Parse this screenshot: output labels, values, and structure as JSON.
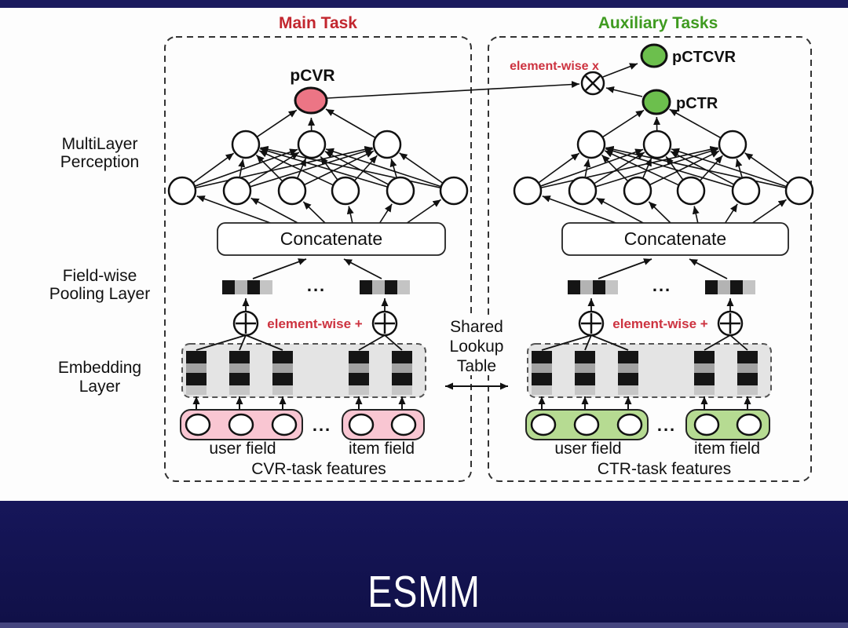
{
  "banner": {
    "title": "ESMM"
  },
  "colors": {
    "main_task_title": "#c2262e",
    "aux_task_title": "#3f9b20",
    "elementwise_red": "#cd3340",
    "pcvr_node": "#ec7585",
    "green_node": "#6cbf4d",
    "user_item_pink": "#f9c6d2",
    "user_item_green": "#b6db92"
  },
  "side_labels": {
    "mlp1": "MultiLayer",
    "mlp2": "Perception",
    "pool1": "Field-wise",
    "pool2": "Pooling Layer",
    "emb1": "Embedding",
    "emb2": "Layer"
  },
  "shared_lookup": {
    "line1": "Shared",
    "line2": "Lookup",
    "line3": "Table"
  },
  "main_task": {
    "title": "Main Task",
    "output_label": "pCVR",
    "concat_label": "Concatenate",
    "elementwise_plus": "element-wise +",
    "ellipsis": "...",
    "user_field": "user field",
    "item_field": "item field",
    "features": "CVR-task features"
  },
  "auxiliary": {
    "title": "Auxiliary Tasks",
    "pctcvr": "pCTCVR",
    "pctr": "pCTR",
    "elementwise_x": "element-wise x",
    "concat_label": "Concatenate",
    "elementwise_plus": "element-wise +",
    "ellipsis": "...",
    "user_field": "user field",
    "item_field": "item field",
    "features": "CTR-task features"
  }
}
